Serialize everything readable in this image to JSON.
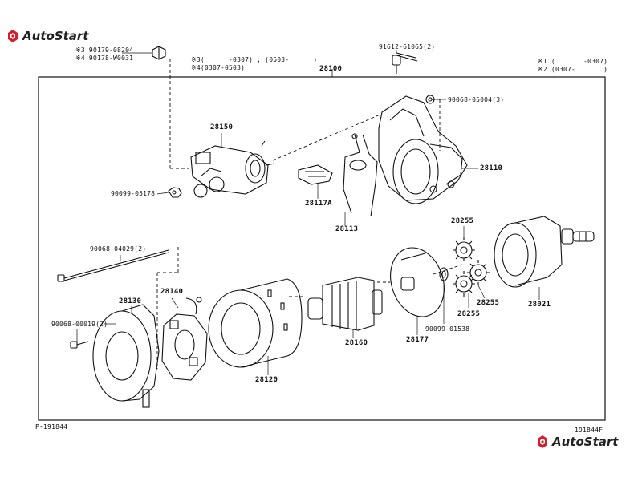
{
  "brand": {
    "name": "AutoStart",
    "color": "#d31f2a"
  },
  "header_notes": {
    "left_note_1": "※3 90179-08204",
    "left_note_2": "※4 90178-W0031",
    "center_note_1": "※3(      -0307) ; (0503-      )",
    "center_note_2": "※4(0307-0503)",
    "right_note_1": "※1 (       -0307)",
    "right_note_2": "※2 (0307-       )",
    "top_bolt": "91612-61065(2)"
  },
  "parts": {
    "p28100": "28100",
    "p90068_05004": "90068-05004(3)",
    "p28150": "28150",
    "p28110": "28110",
    "p90099_05178": "90099-05178",
    "p28117A": "28117A",
    "p28113": "28113",
    "p28255_a": "28255",
    "p28255_b": "28255",
    "p28255_c": "28255",
    "p28021": "28021",
    "p90068_04029": "90068-04029(2)",
    "p28140": "28140",
    "p28130": "28130",
    "p90068_00019": "90068-00019(2)",
    "p28160": "28160",
    "p28177": "28177",
    "p90099_01538": "90099-01538",
    "p28120": "28120"
  },
  "footer": {
    "left_code": "P-191844",
    "right_code": "191844F"
  }
}
